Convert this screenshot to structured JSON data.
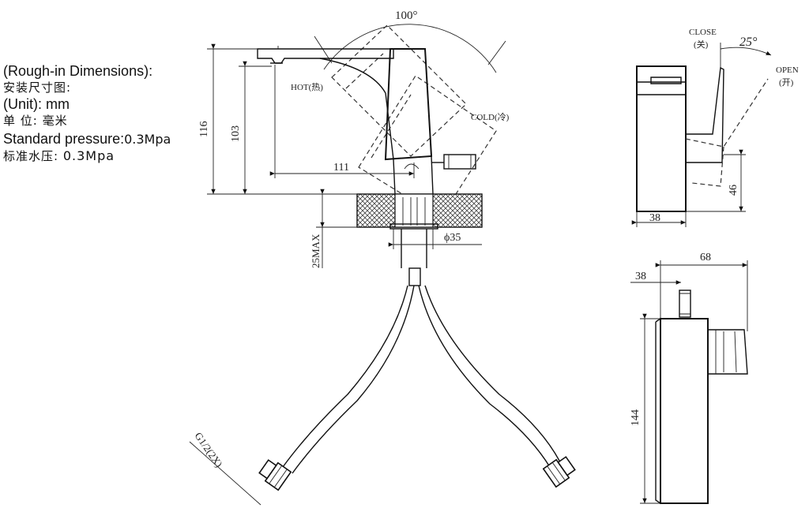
{
  "notes": {
    "rough_in_en": "(Rough-in Dimensions):",
    "rough_in_cn": "安装尺寸图:",
    "unit_en": "(Unit): mm",
    "unit_cn": "单 位: 毫米",
    "pressure_en_label": "Standard pressure:",
    "pressure_en_value": "0.3Mpa",
    "pressure_cn_label": "标准水压: ",
    "pressure_cn_value": "0.3Mpa"
  },
  "front_view": {
    "angle_label": "100°",
    "hot_label": "HOT(热)",
    "cold_label": "COLD(冷)",
    "dim_116": "116",
    "dim_103": "103",
    "dim_111": "111",
    "dim_25max": "25MAX",
    "dim_35": "ϕ35",
    "connector_label": "G1/2(2X)"
  },
  "side_view": {
    "close_label": "CLOSE",
    "close_cn": "(关)",
    "angle_label": "25°",
    "open_label": "OPEN",
    "open_cn": "(开)",
    "dim_38": "38",
    "dim_46": "46"
  },
  "top_view": {
    "dim_68": "68",
    "dim_38": "38",
    "dim_144": "144"
  }
}
